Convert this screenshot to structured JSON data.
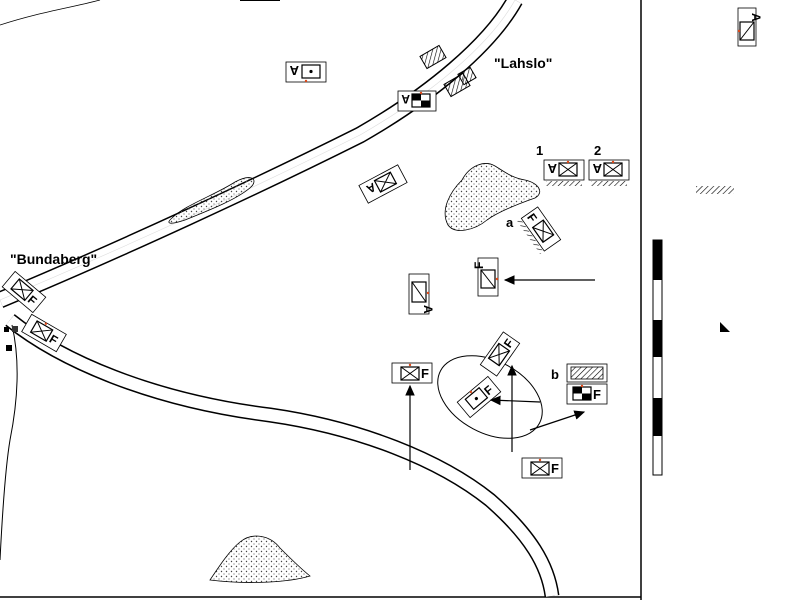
{
  "places": {
    "lahslo": "\"Lahslo\"",
    "bundaberg": "\"Bundaberg\""
  },
  "markers": {
    "m1": "1",
    "m2": "2",
    "a": "a",
    "b": "b"
  },
  "unit_codes": {
    "F": "F",
    "A": "A"
  },
  "colors": {
    "ink": "#000000",
    "accent": "#e04a1a",
    "road_fill": "#ffffff",
    "scale_dark": "#000000"
  }
}
